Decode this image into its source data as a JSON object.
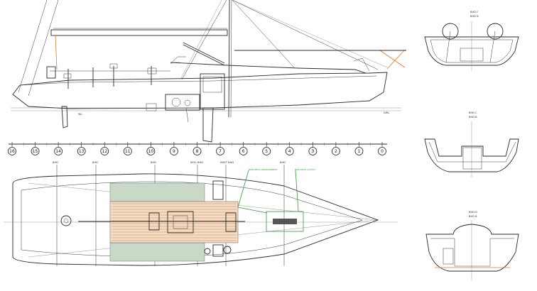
{
  "stations": [
    "16",
    "15",
    "14",
    "13",
    "12",
    "11",
    "10",
    "9",
    "8",
    "7",
    "6",
    "5",
    "4",
    "3",
    "2",
    "1",
    "0"
  ],
  "bulkheads": [
    "BHD",
    "BHD",
    "BHD",
    "KEEL BHD",
    "MAST BHD",
    "BHD"
  ],
  "sections": [
    {
      "label": "BHD F",
      "sub": "BHD B"
    },
    {
      "label": "BHD C",
      "sub": "BHD B"
    },
    {
      "label": "BHD D",
      "sub": "BHD B"
    }
  ],
  "notes": {
    "deck_note_1": "NEW DECK ARRANGEMENT",
    "deck_note_2": "NEW DECK LAYOUT"
  }
}
